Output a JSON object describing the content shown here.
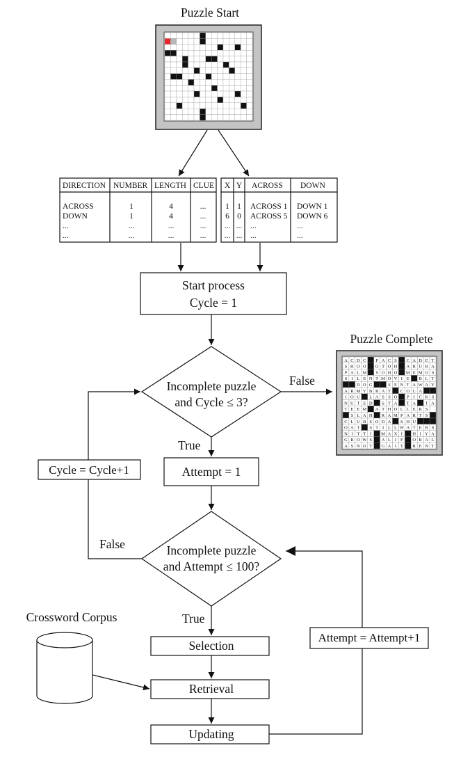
{
  "titles": {
    "puzzle_start": "Puzzle Start",
    "puzzle_complete": "Puzzle Complete",
    "corpus": "Crossword Corpus"
  },
  "clue_table": {
    "headers": [
      "DIRECTION",
      "NUMBER",
      "LENGTH",
      "CLUE"
    ],
    "rows": [
      [
        "ACROSS",
        "1",
        "4",
        "..."
      ],
      [
        "DOWN",
        "1",
        "4",
        "..."
      ],
      [
        "...",
        "...",
        "...",
        "..."
      ],
      [
        "...",
        "...",
        "...",
        "..."
      ]
    ]
  },
  "grid_table": {
    "headers": [
      "X",
      "Y",
      "ACROSS",
      "DOWN"
    ],
    "rows": [
      [
        "1",
        "1",
        "ACROSS 1",
        "DOWN 1"
      ],
      [
        "6",
        "0",
        "ACROSS 5",
        "DOWN 6"
      ],
      [
        "...",
        "...",
        "...",
        "..."
      ],
      [
        "...",
        "...",
        "...",
        "..."
      ]
    ]
  },
  "flow": {
    "start_line1": "Start process",
    "start_line2": "Cycle = 1",
    "cond1_line1": "Incomplete puzzle",
    "cond1_line2": "and Cycle ≤ 3?",
    "cond1_false": "False",
    "cond1_true": "True",
    "attempt_init": "Attempt = 1",
    "cycle_inc": "Cycle = Cycle+1",
    "cond2_line1": "Incomplete puzzle",
    "cond2_line2": "and Attempt ≤ 100?",
    "cond2_false": "False",
    "cond2_true": "True",
    "selection": "Selection",
    "retrieval": "Retrieval",
    "updating": "Updating",
    "attempt_inc": "Attempt = Attempt+1"
  },
  "completed_grid_rows": [
    "ACDC#PACS#CADET",
    "SHOO#OTOH#ARUBA",
    "PALM#SOHO#MEMOS",
    "SILENTMOVIE#BLT",
    "##DOG##SENTAWAY",
    "ARMYBRAT#COLA##",
    "IOU#LASSO#PICKS",
    "NUTED#STA#TA#TAI",
    "TEEM#ATHOLLERS",
    "#SLAH#RAMPARTS#",
    "CLUBSODA#SHU###",
    "OAT#STILLWATERS",
    "NITTI#MAXI#HIYA",
    "GROWS#ALIF#ORAL",
    "ASNOT#GAIT#RENT"
  ],
  "colors": {
    "highlight": "#e8262b",
    "frame_gray": "#c4c4c4",
    "ink": "#111111"
  }
}
